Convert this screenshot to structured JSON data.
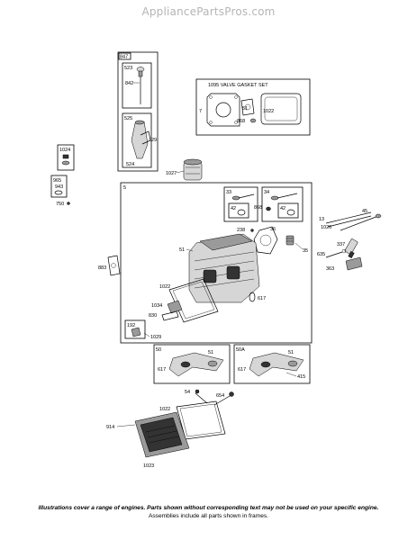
{
  "watermark": "AppliancePartsPros.com",
  "footer": {
    "line1": "Illustrations cover a range of engines. Parts shown without corresponding text may not be used on your specific engine.",
    "line2": "Assemblies include all parts shown in frames."
  },
  "frames": {
    "f847": "847",
    "f523": "523",
    "f525": "525",
    "f1024": "1024",
    "f965": "965",
    "f1095": "1095 VALVE GASKET SET",
    "f5": "5",
    "f33": "33",
    "f34": "34",
    "f192": "192",
    "f50": "50",
    "f50a": "50A"
  },
  "labels": {
    "l842": "842",
    "l29": "29",
    "l524": "524",
    "l1027": "1027",
    "l943": "943",
    "l750": "750",
    "l7a": "7",
    "l51a": "51",
    "l1022a": "1022",
    "l868a": "868",
    "l42a": "42",
    "l42b": "42",
    "l868b": "868",
    "l238": "238",
    "l36": "36",
    "l35": "35",
    "l51b": "51",
    "l883": "883",
    "l1022b": "1022",
    "l617a": "617",
    "l1034": "1034",
    "l830": "830",
    "l1029": "1029",
    "l13": "13",
    "l45": "45",
    "l1026": "1026",
    "l337": "337",
    "l635": "635",
    "l363": "363",
    "l51c": "51",
    "l617b": "617",
    "l51d": "51",
    "l617c": "617",
    "l415": "415",
    "l54": "54",
    "l654": "654",
    "l1022c": "1022",
    "l914": "914",
    "l1023": "1023"
  }
}
